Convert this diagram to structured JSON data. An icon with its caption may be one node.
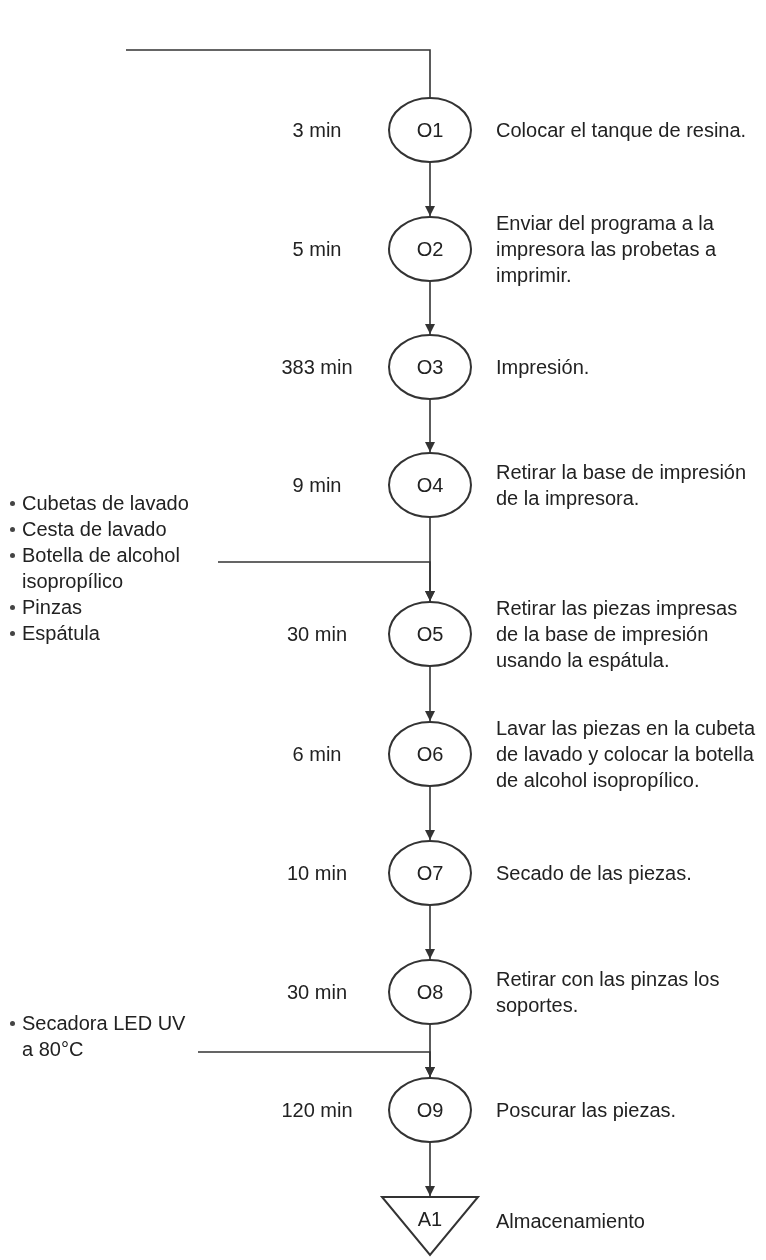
{
  "diagram": {
    "nodes": [
      {
        "text": [
          "O1"
        ],
        "beside": [
          "3 min",
          "Colocar el tanque de resina."
        ]
      },
      {
        "text": [
          "O2"
        ],
        "beside": [
          "5 min",
          "Enviar del programa a la impresora las probetas a imprimir."
        ]
      },
      {
        "text": [
          "O3"
        ],
        "beside": [
          "383 min",
          "Impresión."
        ]
      },
      {
        "text": [
          "O4"
        ],
        "beside": [
          "9 min",
          "Retirar la base de impresión de la impresora."
        ]
      },
      {
        "text": [
          "Cubetas de lavado",
          "Cesta de lavado",
          "Botella de alcohol isopropílico",
          "Pinzas",
          "Espátula"
        ]
      },
      {
        "text": [
          "O5"
        ],
        "beside": [
          "30 min",
          "Retirar las piezas impresas de la base de impresión usando la espátula."
        ]
      },
      {
        "text": [
          "O6"
        ],
        "beside": [
          "6 min",
          "Lavar las piezas en la cubeta de lavado y colocar la botella de alcohol isopropílico."
        ]
      },
      {
        "text": [
          "O7"
        ],
        "beside": [
          "10 min",
          "Secado de las piezas."
        ]
      },
      {
        "text": [
          "O8"
        ],
        "beside": [
          "30 min",
          "Retirar con las pinzas los soportes."
        ]
      },
      {
        "text": [
          "Secadora LED UV a 80°C"
        ]
      },
      {
        "text": [
          "O9"
        ],
        "beside": [
          "120 min",
          "Poscurar las piezas."
        ]
      },
      {
        "text": [
          "A1"
        ],
        "beside": [
          "Almacenamiento"
        ]
      }
    ],
    "edges": [
      {
        "from": null,
        "to": 0,
        "arrow": "none"
      },
      {
        "from": 0,
        "to": 1,
        "arrow": "to"
      },
      {
        "from": 1,
        "to": 2,
        "arrow": "to"
      },
      {
        "from": 2,
        "to": 3,
        "arrow": "to"
      },
      {
        "from": 3,
        "to": 5,
        "arrow": "to"
      },
      {
        "from": 4,
        "to": 5,
        "arrow": "to"
      },
      {
        "from": 5,
        "to": 6,
        "arrow": "to"
      },
      {
        "from": 6,
        "to": 7,
        "arrow": "to"
      },
      {
        "from": 7,
        "to": 8,
        "arrow": "to"
      },
      {
        "from": 8,
        "to": 10,
        "arrow": "to"
      },
      {
        "from": 9,
        "to": 10,
        "arrow": "to"
      },
      {
        "from": 10,
        "to": 11,
        "arrow": "to"
      }
    ]
  }
}
